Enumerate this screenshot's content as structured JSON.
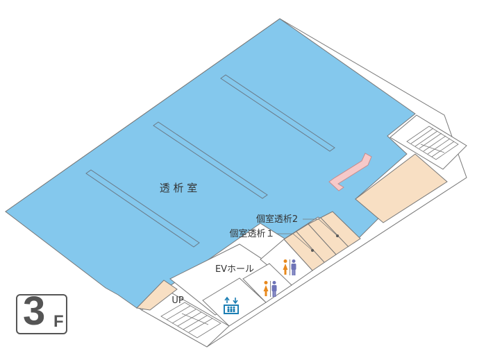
{
  "floor": {
    "number": "3",
    "suffix": "F"
  },
  "rooms": {
    "dialysis_room": "透 析 室",
    "private_dialysis_2": "個室透析2",
    "private_dialysis_1": "個室透析１",
    "ev_hall": "EVホール",
    "up": "UP"
  },
  "icons": [
    "restroom-icon",
    "restroom-icon",
    "elevator-icon",
    "stairs-icon",
    "stairs-icon"
  ],
  "colors": {
    "dialysis_area": "#84c8ed",
    "beige_room": "#f8dfc3",
    "pink_counter": "#f6c9c9",
    "outline": "#777777",
    "female_icon": "#e8891d",
    "male_icon": "#6f74b8",
    "elevator_icon": "#1d7fb4"
  }
}
